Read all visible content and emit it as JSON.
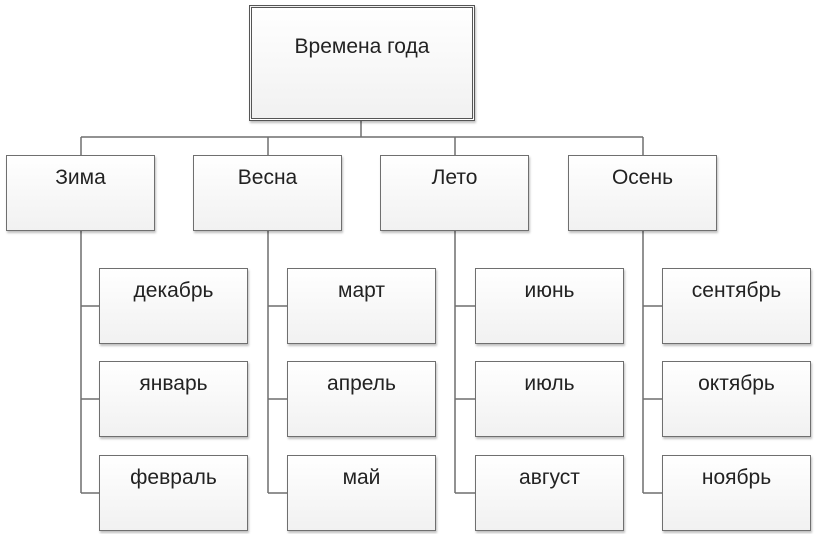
{
  "root": {
    "label": "Времена года"
  },
  "seasons": [
    {
      "label": "Зима",
      "months": [
        "декабрь",
        "январь",
        "февраль"
      ]
    },
    {
      "label": "Весна",
      "months": [
        "март",
        "апрель",
        "май"
      ]
    },
    {
      "label": "Лето",
      "months": [
        "июнь",
        "июль",
        "август"
      ]
    },
    {
      "label": "Осень",
      "months": [
        "сентябрь",
        "октябрь",
        "ноябрь"
      ]
    }
  ],
  "colors": {
    "line": "#6f6f6f",
    "border": "#6f6f6f",
    "text": "#222222"
  }
}
